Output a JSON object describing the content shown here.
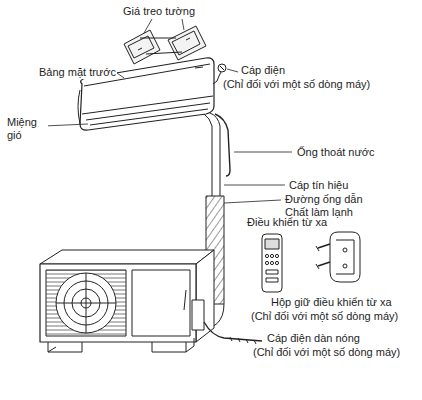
{
  "diagram": {
    "labels": [
      "Giá treo tường",
      "Bảng mặt trước",
      "Miệng gió",
      "Cáp điện",
      "(Chỉ đối với một số dòng máy)",
      "Ống thoát nước",
      "Cáp tín hiệu",
      "Đường ống dẫn Chất làm lạnh",
      "Điều khiển từ xa",
      "Hộp giữ điều khiển từ xa",
      "(Chỉ đối với một số dòng máy)",
      "Cáp điện dàn nóng",
      "(Chỉ đối với một số dòng máy)"
    ]
  }
}
